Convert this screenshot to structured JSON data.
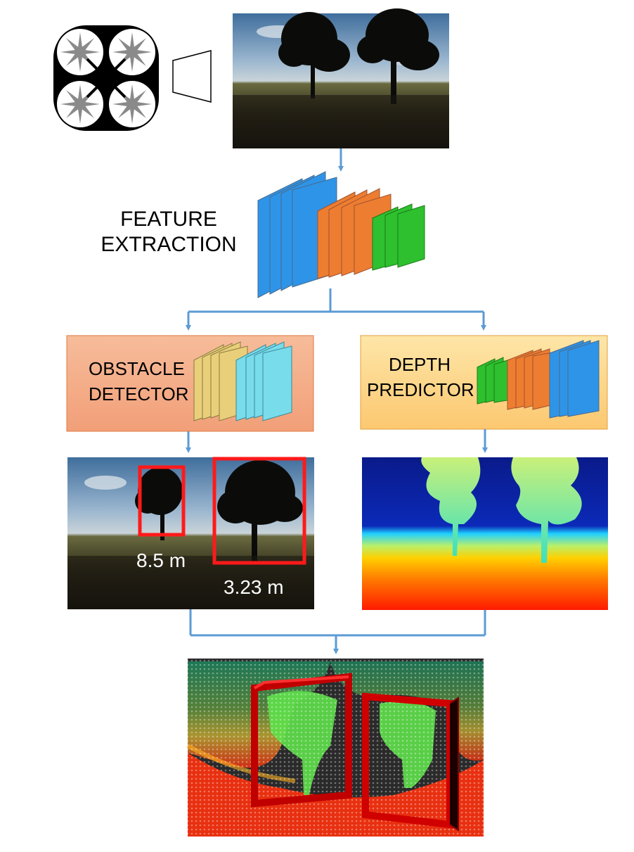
{
  "labels": {
    "feature_line1": "FEATURE",
    "feature_line2": "EXTRACTION",
    "obstacle_line1": "OBSTACLE",
    "obstacle_line2": "DETECTOR",
    "depth_line1": "DEPTH",
    "depth_line2": "PREDICTOR",
    "dist_near": "8.5 m",
    "dist_far": "3.23 m"
  },
  "colors": {
    "arrow": "#5b9bd5",
    "layer_blue": "#2e94e8",
    "layer_orange": "#ed7d31",
    "layer_green": "#2ec02e",
    "layer_yellow": "#e9cf7a",
    "layer_cyan": "#78dceb",
    "obstacle_panel": "#f4b183",
    "depth_panel": "#fdd17c",
    "bbox_red": "#ff1a1a"
  },
  "icons": [
    "quadrotor-icon",
    "camera-frustum-icon"
  ]
}
